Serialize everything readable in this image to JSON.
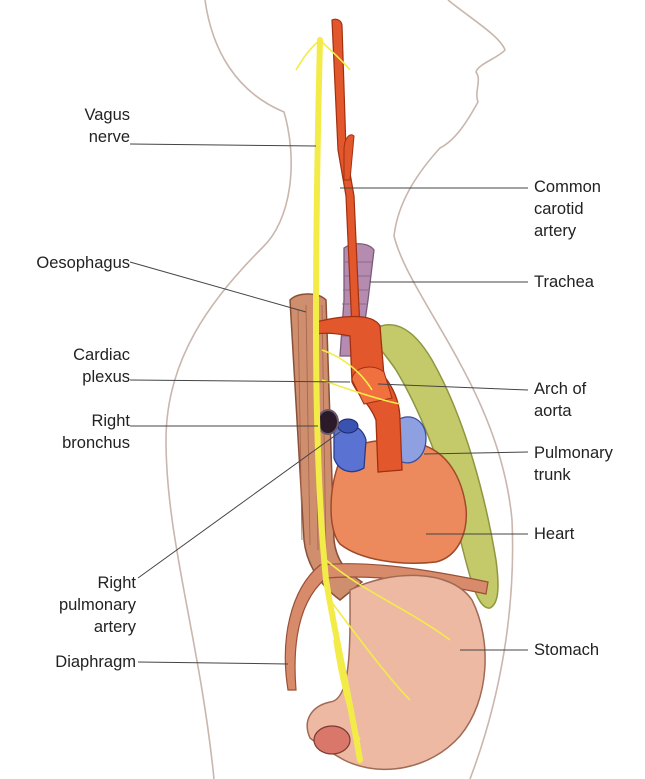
{
  "colors": {
    "body_outline": "#c8b3aa",
    "vagus": "#f3ec48",
    "artery": "#e2572c",
    "trachea": "#b58cb0",
    "oesophagus": "#cf8f6e",
    "heart": "#ec8a5e",
    "pulmonary": "#5a72d2",
    "lung": "#c4c96a",
    "stomach": "#edb9a3",
    "leader_line": "#444444"
  },
  "labels": {
    "vagus_nerve": [
      "Vagus",
      "nerve"
    ],
    "oesophagus": [
      "Oesophagus"
    ],
    "cardiac_plexus": [
      "Cardiac",
      "plexus"
    ],
    "right_bronchus": [
      "Right",
      "bronchus"
    ],
    "right_pulmonary_artery": [
      "Right",
      "pulmonary",
      "artery"
    ],
    "diaphragm": [
      "Diaphragm"
    ],
    "common_carotid_artery": [
      "Common",
      "carotid",
      "artery"
    ],
    "trachea": [
      "Trachea"
    ],
    "arch_of_aorta": [
      "Arch of",
      "aorta"
    ],
    "pulmonary_trunk": [
      "Pulmonary",
      "trunk"
    ],
    "heart": [
      "Heart"
    ],
    "stomach": [
      "Stomach"
    ]
  }
}
